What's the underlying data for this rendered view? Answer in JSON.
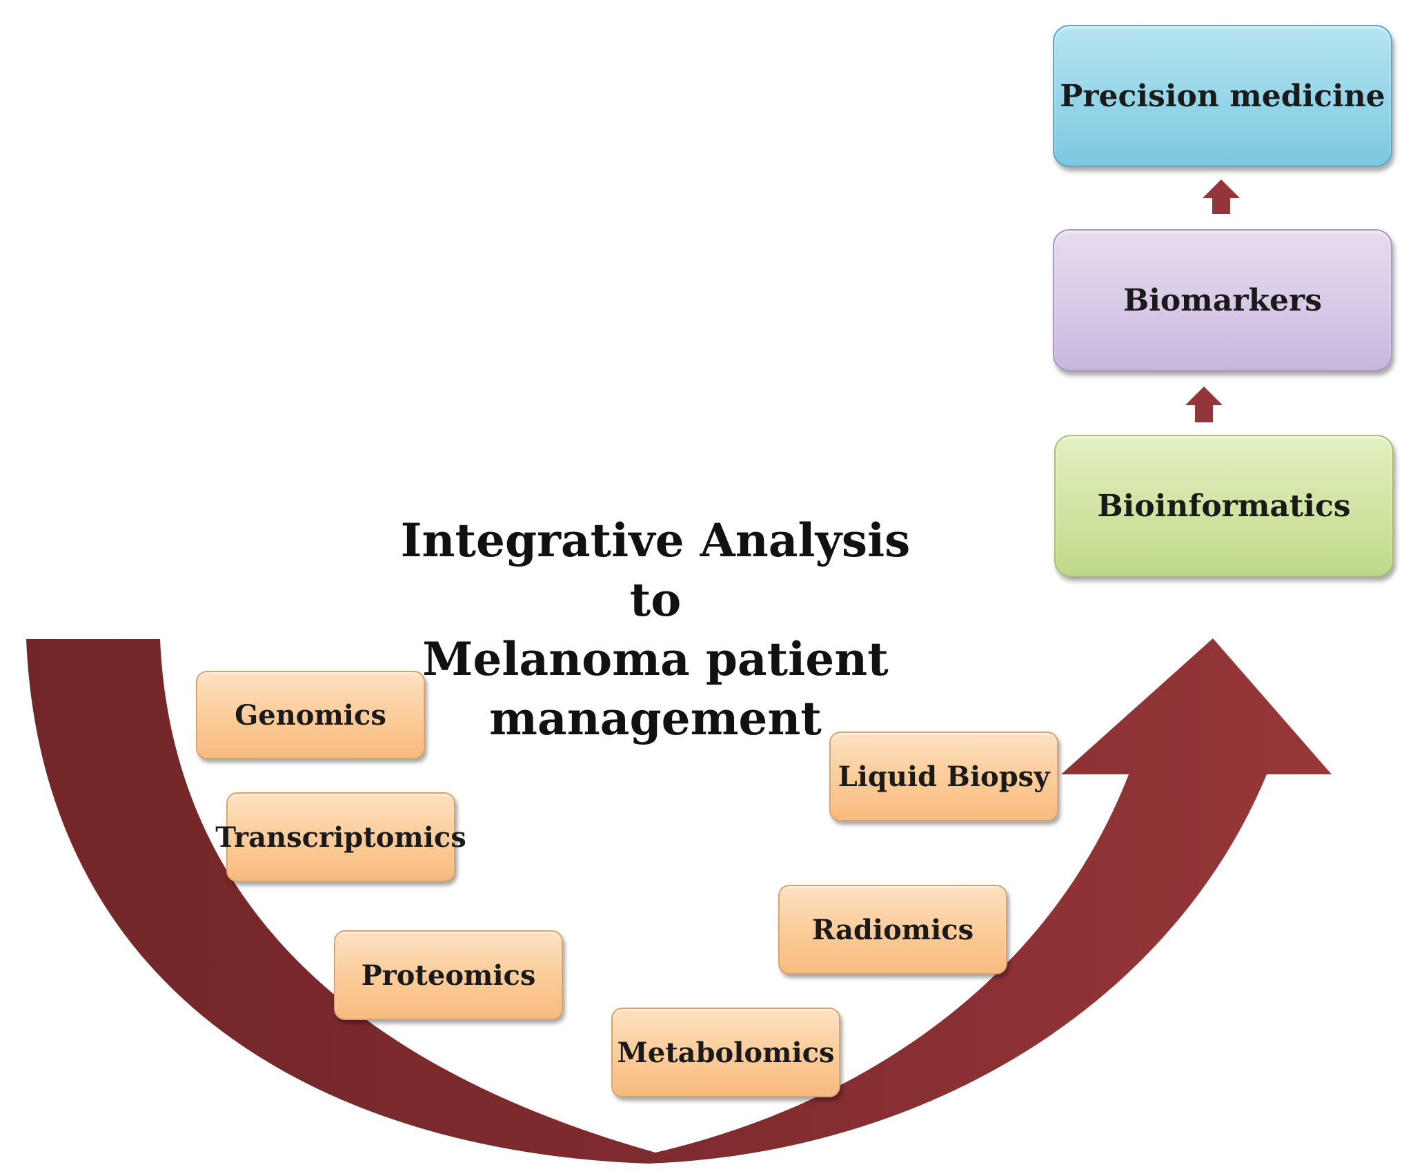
{
  "title": {
    "lines": [
      "Integrative Analysis to",
      "Melanoma patient",
      "management"
    ]
  },
  "omics": {
    "genomics": "Genomics",
    "transcriptomics": "Transcriptomics",
    "proteomics": "Proteomics",
    "metabolomics": "Metabolomics",
    "radiomics": "Radiomics",
    "liquid_biopsy": "Liquid Biopsy"
  },
  "stages": {
    "bioinformatics": "Bioinformatics",
    "biomarkers": "Biomarkers",
    "precision_medicine": "Precision medicine"
  },
  "colors": {
    "arrow_dark": "#7a2a2d",
    "arrow_mid": "#93353a",
    "omics_fill": "#fbcb97",
    "bioinformatics_fill": "#cfe3a0",
    "biomarkers_fill": "#d6c8e6",
    "precision_fill": "#92d4e8"
  }
}
